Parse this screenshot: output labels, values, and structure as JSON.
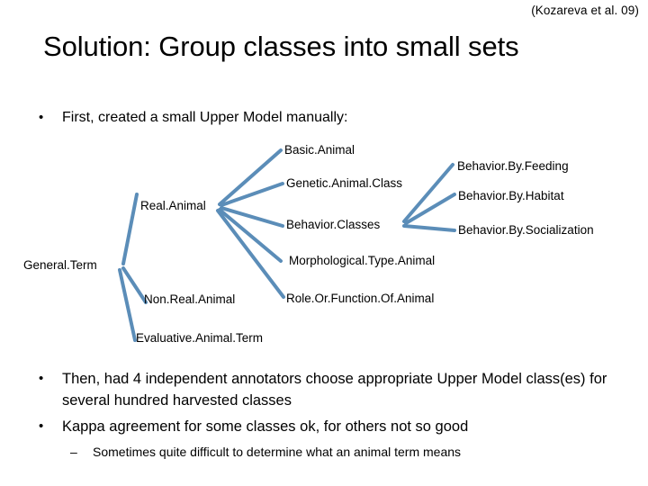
{
  "slide": {
    "citation": "(Kozareva et al. 09)",
    "title": "Solution: Group classes into small sets",
    "bullets": {
      "first": {
        "marker": "•",
        "text": "First, created a small Upper Model manually:"
      },
      "then": {
        "marker": "•",
        "text": "Then, had 4 independent annotators choose appropriate Upper Model class(es) for several hundred harvested classes"
      },
      "kappa": {
        "marker": "•",
        "text": "Kappa agreement for some classes ok, for others not so good"
      },
      "sub": {
        "marker": "–",
        "text": "Sometimes quite difficult to determine what an animal term means"
      }
    },
    "diagram": {
      "line_color": "#5B8DB8",
      "nodes": {
        "general_term": "General.Term",
        "real_animal": "Real.Animal",
        "non_real_animal": "Non.Real.Animal",
        "evaluative_animal_term": "Evaluative.Animal.Term",
        "basic_animal": "Basic.Animal",
        "genetic_animal_class": "Genetic.Animal.Class",
        "behavior_classes": "Behavior.Classes",
        "morphological_type_animal": "Morphological.Type.Animal",
        "role_or_function_of_animal": "Role.Or.Function.Of.Animal",
        "behavior_by_feeding": "Behavior.By.Feeding",
        "behavior_by_habitat": "Behavior.By.Habitat",
        "behavior_by_socialization": "Behavior.By.Socialization"
      }
    }
  }
}
